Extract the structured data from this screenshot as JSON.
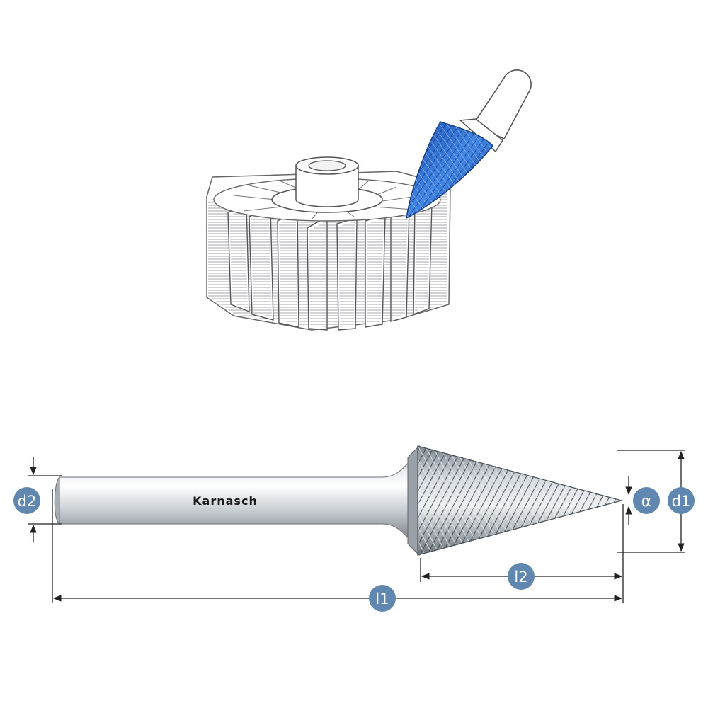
{
  "brand_label": "Karnasch",
  "dimensions": {
    "d2": "d2",
    "d1": "d1",
    "l1": "l1",
    "l2": "l2",
    "alpha": "α"
  },
  "colors": {
    "badge": "#5f87b0",
    "burr_blue": "#2e6fd6",
    "line": "#222222",
    "outline": "#555555"
  }
}
